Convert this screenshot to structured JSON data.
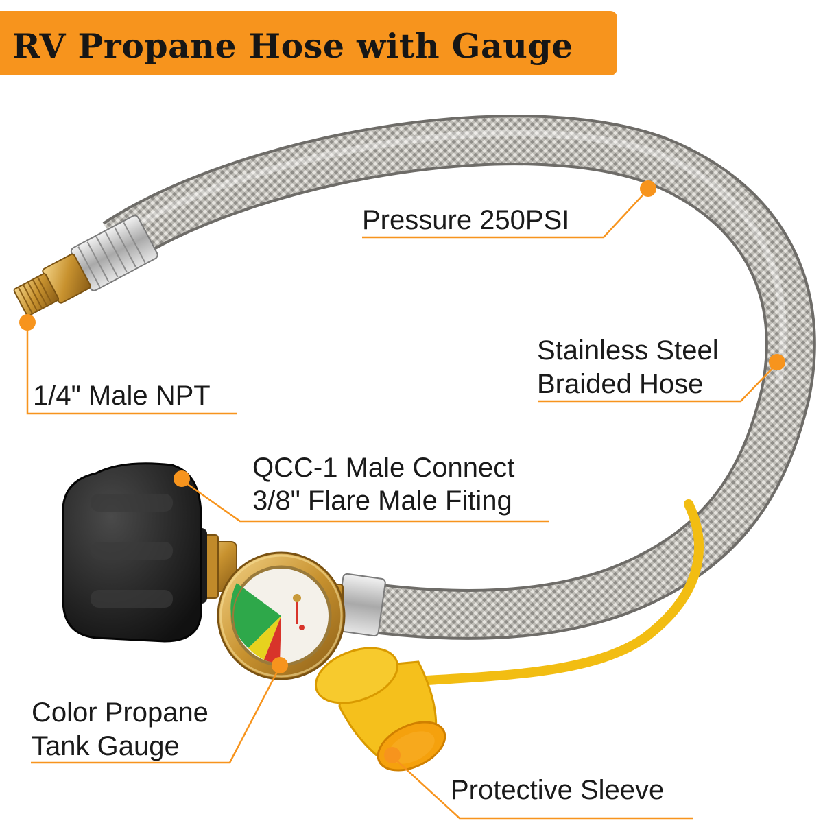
{
  "header": {
    "title": "RV Propane Hose with Gauge"
  },
  "callouts": {
    "pressure": "Pressure 250PSI",
    "npt": "1/4\" Male NPT",
    "hose_line1": "Stainless Steel",
    "hose_line2": "Braided Hose",
    "qcc_line1": "QCC-1 Male Connect",
    "qcc_line2": "3/8\" Flare Male Fiting",
    "gauge_line1": "Color Propane",
    "gauge_line2": "Tank Gauge",
    "sleeve": "Protective Sleeve"
  },
  "colors": {
    "accent": "#f7941d",
    "text": "#1a1a1a",
    "hose": "#b8b6b1",
    "brass": "#d8a94a",
    "connector": "#1f1f1f",
    "gauge_green": "#2ea84a",
    "gauge_yellow": "#e7d21e",
    "gauge_red": "#d8342a",
    "sleeve": "#f5c01c"
  }
}
